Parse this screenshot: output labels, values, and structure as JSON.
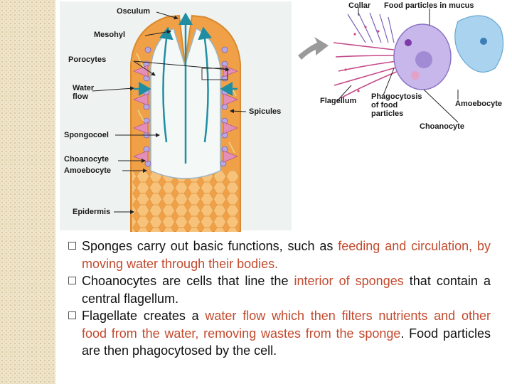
{
  "diagram": {
    "left_labels": {
      "osculum": "Osculum",
      "mesohyl": "Mesohyl",
      "porocytes": "Porocytes",
      "water_flow": "Water\nflow",
      "spicules": "Spicules",
      "spongocoel": "Spongocoel",
      "choanocyte": "Choanocyte",
      "amoebocyte": "Amoebocyte",
      "epidermis": "Epidermis"
    },
    "right_labels": {
      "collar": "Collar",
      "food_particles_mucus": "Food particles in mucus",
      "flagellum": "Flagellum",
      "phagocytosis": "Phagocytosis\nof food\nparticles",
      "amoebocyte": "Amoebocyte",
      "choanocyte": "Choanocyte"
    }
  },
  "bullets": [
    {
      "segments": [
        {
          "text": "Sponges carry out basic functions, such as ",
          "hl": false
        },
        {
          "text": "feeding and circulation, by moving water through their bodies.",
          "hl": true
        }
      ]
    },
    {
      "segments": [
        {
          "text": "Choanocytes are cells that line the ",
          "hl": false
        },
        {
          "text": "interior of sponges",
          "hl": true
        },
        {
          "text": " that contain a central flagellum.",
          "hl": false
        }
      ]
    },
    {
      "segments": [
        {
          "text": "Flagellate creates a ",
          "hl": false
        },
        {
          "text": "water flow which then filters nutrients and other food from the water, removing wastes from the sponge",
          "hl": true
        },
        {
          "text": ". Food particles are then phagocytosed by the cell.",
          "hl": false
        }
      ]
    }
  ],
  "colors": {
    "highlight": "#c24a2e",
    "water_arrow": "#1f8ea3",
    "sponge_body": "#f2a64a",
    "spongocoel": "#eef4f2"
  }
}
